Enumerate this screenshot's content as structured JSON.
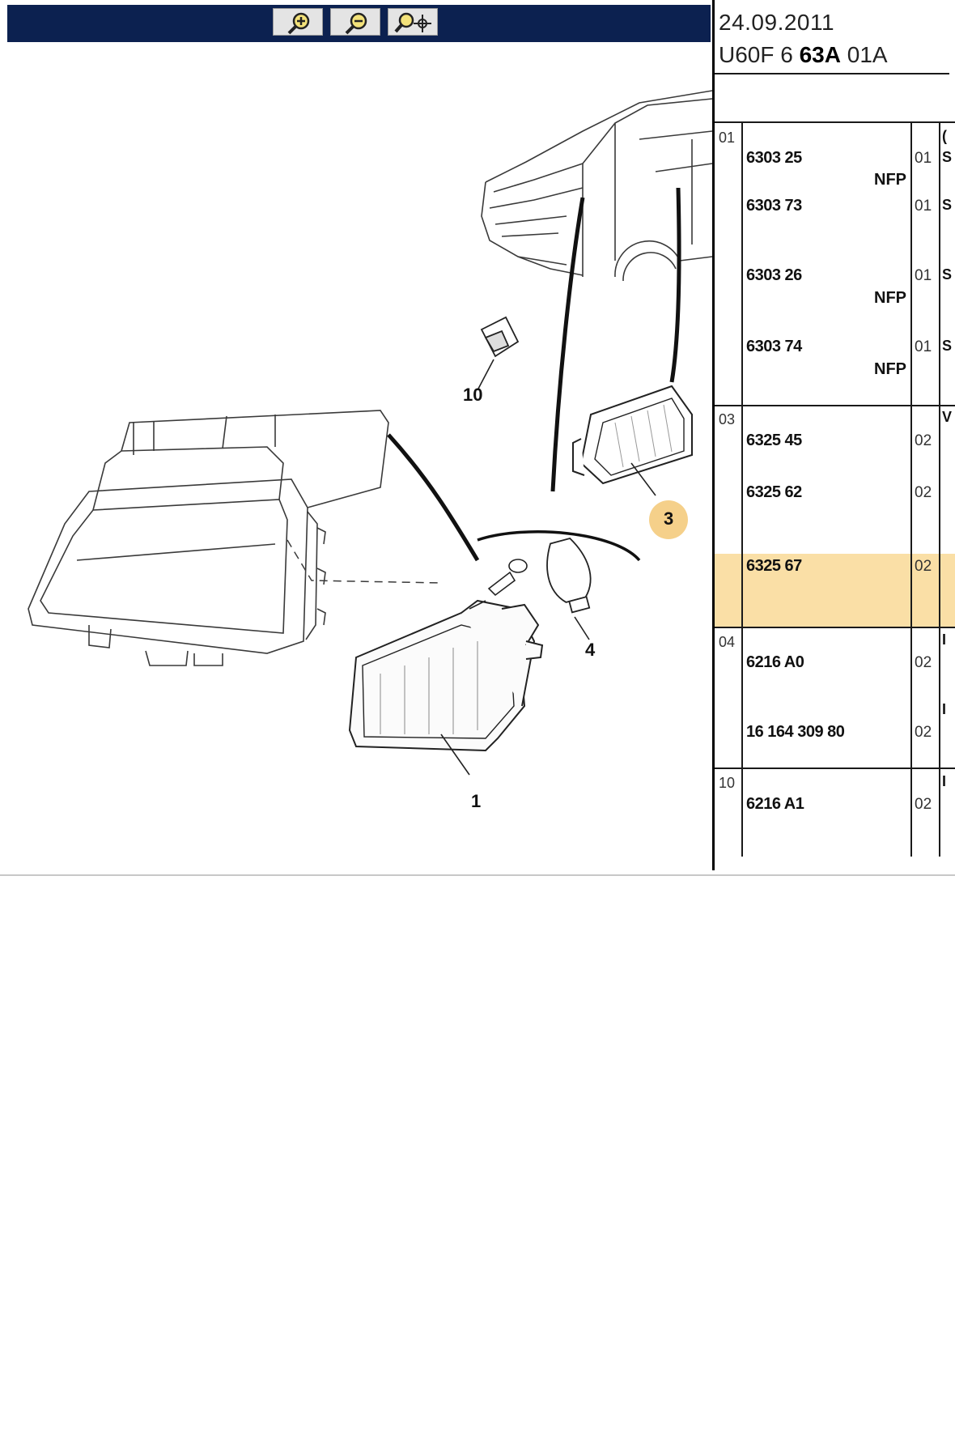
{
  "toolbar": {
    "zoom_in_icon": "magnifier-plus-icon",
    "zoom_out_icon": "magnifier-minus-icon",
    "pan_icon": "magnifier-move-icon"
  },
  "diagram": {
    "callouts": [
      "10",
      "3",
      "4",
      "1"
    ]
  },
  "panel": {
    "date": "24.09.2011",
    "code_prefix": "U60F 6 ",
    "code_bold": "63A",
    "code_suffix": " 01A",
    "groups": [
      {
        "ref": "01",
        "parts": [
          {
            "number": "6303 25",
            "qty": "01",
            "nfp": "NFP"
          },
          {
            "number": "6303 73",
            "qty": "01",
            "nfp": ""
          },
          {
            "number": "6303 26",
            "qty": "01",
            "nfp": "NFP"
          },
          {
            "number": "6303 74",
            "qty": "01",
            "nfp": "NFP"
          }
        ]
      },
      {
        "ref": "03",
        "parts": [
          {
            "number": "6325 45",
            "qty": "02"
          },
          {
            "number": "6325 62",
            "qty": "02"
          },
          {
            "number": "6325 67",
            "qty": "02",
            "selected": true
          }
        ]
      },
      {
        "ref": "04",
        "parts": [
          {
            "number": "6216 A0",
            "qty": "02"
          },
          {
            "number": "16 164 309 80",
            "qty": "02"
          }
        ]
      },
      {
        "ref": "10",
        "parts": [
          {
            "number": "6216 A1",
            "qty": "02"
          }
        ]
      }
    ],
    "highlight_color": "#fadfa6"
  }
}
